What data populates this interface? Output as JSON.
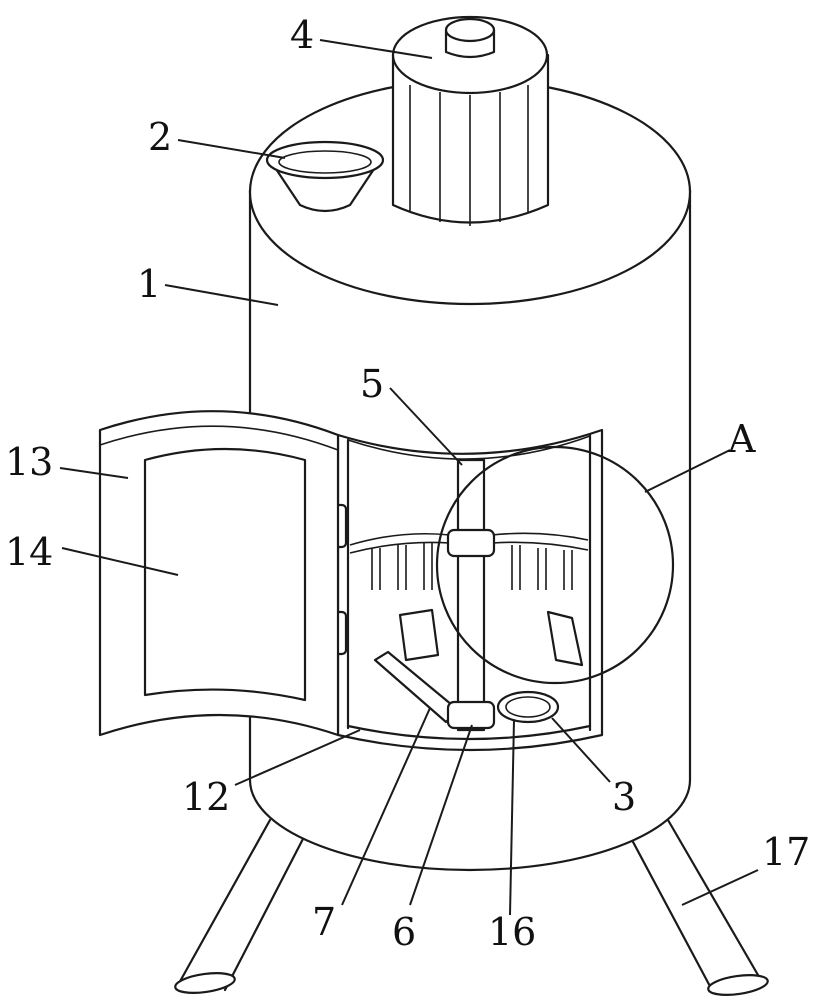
{
  "labels": {
    "l1": "1",
    "l2": "2",
    "l3": "3",
    "l4": "4",
    "l5": "5",
    "l6": "6",
    "l7": "7",
    "l12": "12",
    "l13": "13",
    "l14": "14",
    "l16": "16",
    "l17": "17",
    "lA": "A"
  }
}
